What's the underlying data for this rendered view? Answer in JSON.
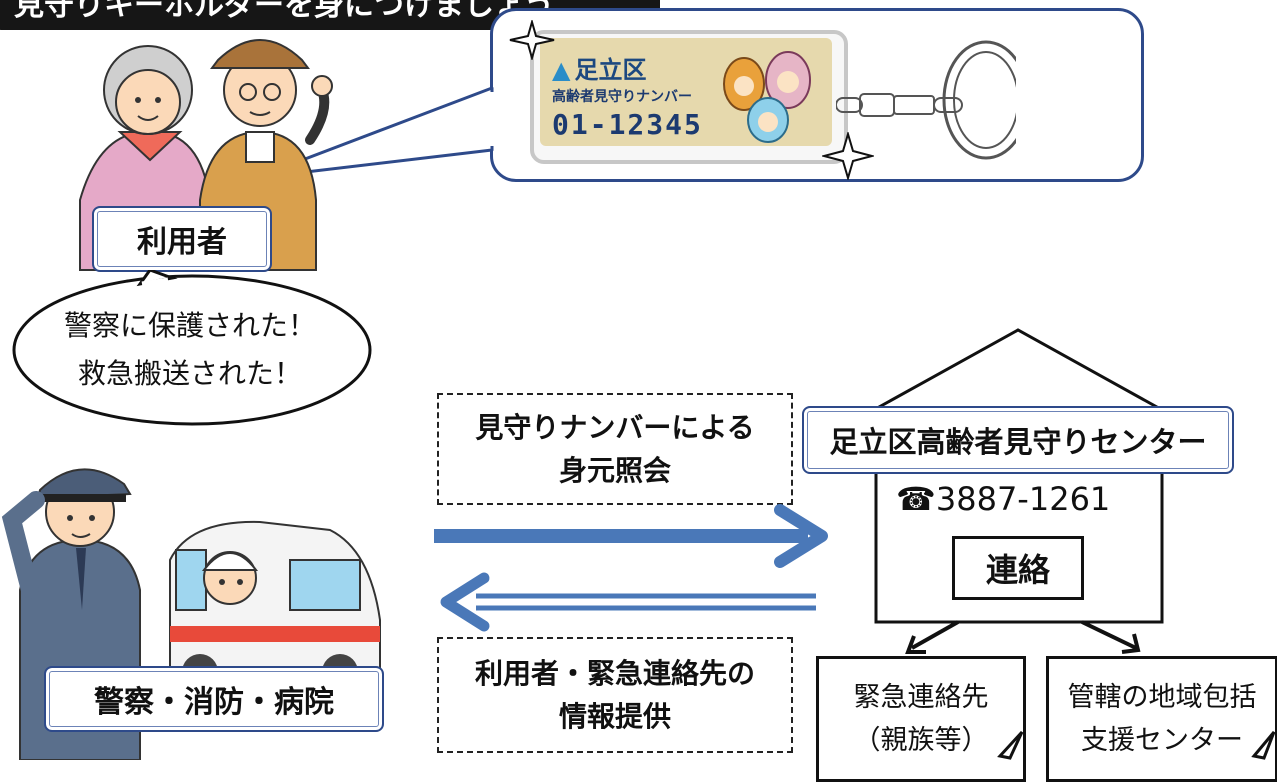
{
  "banner": {
    "text": "見守りキーホルダーを身につけましょう"
  },
  "tag": {
    "logo": "足立区",
    "subtitle": "高齢者見守りナンバー",
    "number": "01-12345"
  },
  "user_label": "利用者",
  "speech": {
    "line1": "警察に保護された！",
    "line2": "救急搬送された！"
  },
  "inquiry": {
    "line1": "見守りナンバーによる",
    "line2": "身元照会"
  },
  "center": {
    "name": "足立区高齢者見守りセンター",
    "phone": "☎3887-1261",
    "contact": "連絡"
  },
  "info": {
    "line1": "利用者・緊急連絡先の",
    "line2": "情報提供"
  },
  "responders_label": "警察・消防・病院",
  "emergency_contact": {
    "line1": "緊急連絡先",
    "line2": "（親族等）"
  },
  "support_center": {
    "line1": "管轄の地域包括",
    "line2": "支援センター"
  },
  "colors": {
    "arrow": "#4a78b8",
    "frame": "#2e4a8a"
  }
}
